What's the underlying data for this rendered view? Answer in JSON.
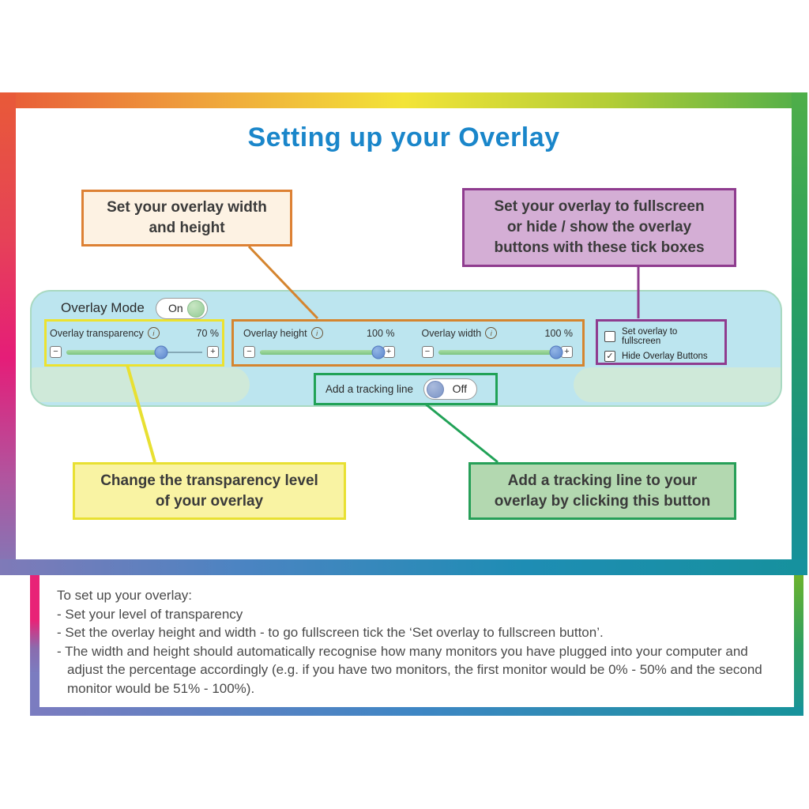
{
  "title": "Setting up your Overlay",
  "icons": {
    "minus": "−",
    "plus": "+",
    "check": "✓",
    "info": "i"
  },
  "callouts": {
    "width_height": {
      "lines": [
        "Set your overlay width",
        "and height"
      ]
    },
    "fullscreen": {
      "lines": [
        "Set your overlay to fullscreen",
        "or hide / show the overlay",
        "buttons with these tick boxes"
      ]
    },
    "transparency": {
      "lines": [
        "Change the transparency level",
        "of your overlay"
      ]
    },
    "tracking": {
      "lines": [
        "Add a tracking line to your",
        "overlay by clicking this button"
      ]
    }
  },
  "toolbar": {
    "overlay_mode": {
      "label": "Overlay Mode",
      "state": "On"
    },
    "sliders": [
      {
        "label": "Overlay transparency",
        "value": "70 %",
        "fill": "70%"
      },
      {
        "label": "Overlay height",
        "value": "100 %",
        "fill": "100%"
      },
      {
        "label": "Overlay width",
        "value": "100 %",
        "fill": "100%"
      }
    ],
    "checkboxes": [
      {
        "label": "Set overlay to fullscreen",
        "checked": false
      },
      {
        "label": "Hide Overlay Buttons",
        "checked": true
      }
    ],
    "tracking": {
      "label": "Add a tracking line",
      "state": "Off"
    }
  },
  "instructions": {
    "intro": "To set up your overlay:",
    "bullets": [
      "- Set your level of transparency",
      "- Set the overlay height and width - to go fullscreen tick the ‘Set overlay to fullscreen button’.",
      "- The width and height should automatically recognise how many monitors you have plugged into your computer and adjust the percentage accordingly (e.g. if you have two monitors, the first monitor would be 0% - 50% and the second monitor would be 51% - 100%)."
    ]
  },
  "colors": {
    "accent_blue": "#1a86ca",
    "orange": "#d5852f",
    "purple": "#8f3c8f",
    "yellow": "#e8e032",
    "green": "#21a257"
  }
}
